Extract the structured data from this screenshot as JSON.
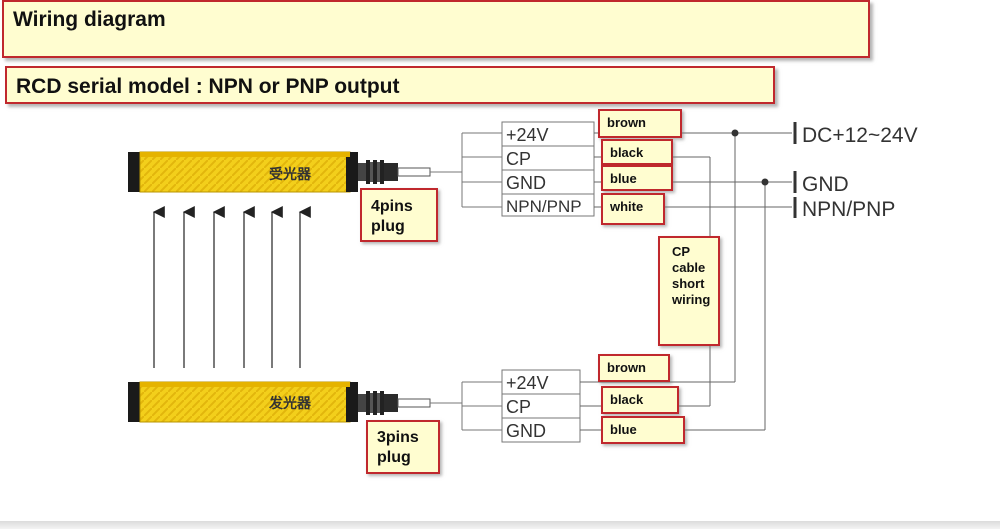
{
  "header": {
    "title": "Wiring diagram"
  },
  "subheader": {
    "title": "RCD serial model : NPN or PNP output"
  },
  "receiver": {
    "label": "受光器",
    "pins": [
      "+24V",
      "CP",
      "GND",
      "NPN/PNP"
    ],
    "wires": [
      "brown",
      "black",
      "blue",
      "white"
    ],
    "plug": [
      "4pins",
      "plug"
    ]
  },
  "emitter": {
    "label": "发光器",
    "pins": [
      "+24V",
      "CP",
      "GND"
    ],
    "wires": [
      "brown",
      "black",
      "blue"
    ],
    "plug": [
      "3pins",
      "plug"
    ]
  },
  "cp_note": [
    "CP",
    "cable",
    "short",
    "wiring"
  ],
  "outputs": [
    "DC+12~24V",
    "GND",
    "NPN/PNP"
  ],
  "colors": {
    "box_fill": "#fffdd0",
    "box_border": "#c0282d",
    "sensor_yellow": "#f5d21a",
    "line": "#666666"
  }
}
